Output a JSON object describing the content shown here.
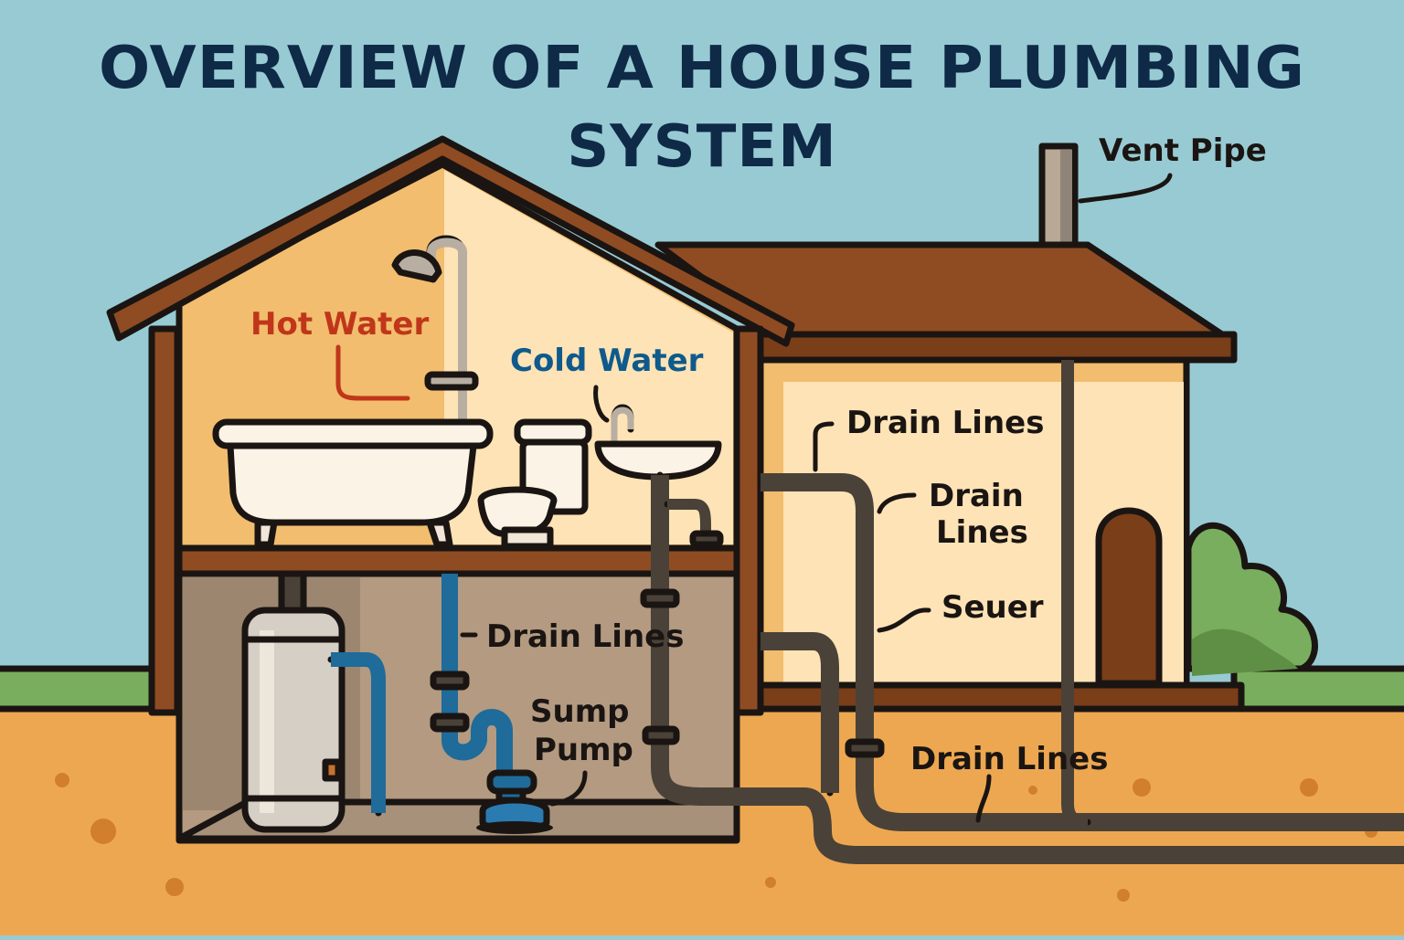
{
  "title": {
    "line1": "OVERVIEW OF A HOUSE PLUMBING",
    "line2": "SYSTEM"
  },
  "labels": {
    "vent_pipe": "Vent Pipe",
    "hot_water": "Hot Water",
    "cold_water": "Cold Water",
    "drain_lines_upper": "Drain Lines",
    "drain_lines_mid_1": "Drain",
    "drain_lines_mid_2": "Lines",
    "sewer": "Seuer",
    "drain_lines_basement": "Drain Lines",
    "sump_pump_1": "Sump",
    "sump_pump_2": "Pump",
    "drain_lines_ground": "Drain Lines"
  },
  "colors": {
    "sky": "#98cad3",
    "title": "#0e2a47",
    "roof": "#8f4c22",
    "wall_warm": "#f2bd6e",
    "wall_light": "#fde3b6",
    "basement": "#b39a80",
    "ground": "#eda751",
    "grass": "#7aae5f",
    "drain_pipe": "#4a4238",
    "water_pipe": "#1f6b9a",
    "hot_label": "#c0361a",
    "cold_label": "#0f5a8c"
  }
}
